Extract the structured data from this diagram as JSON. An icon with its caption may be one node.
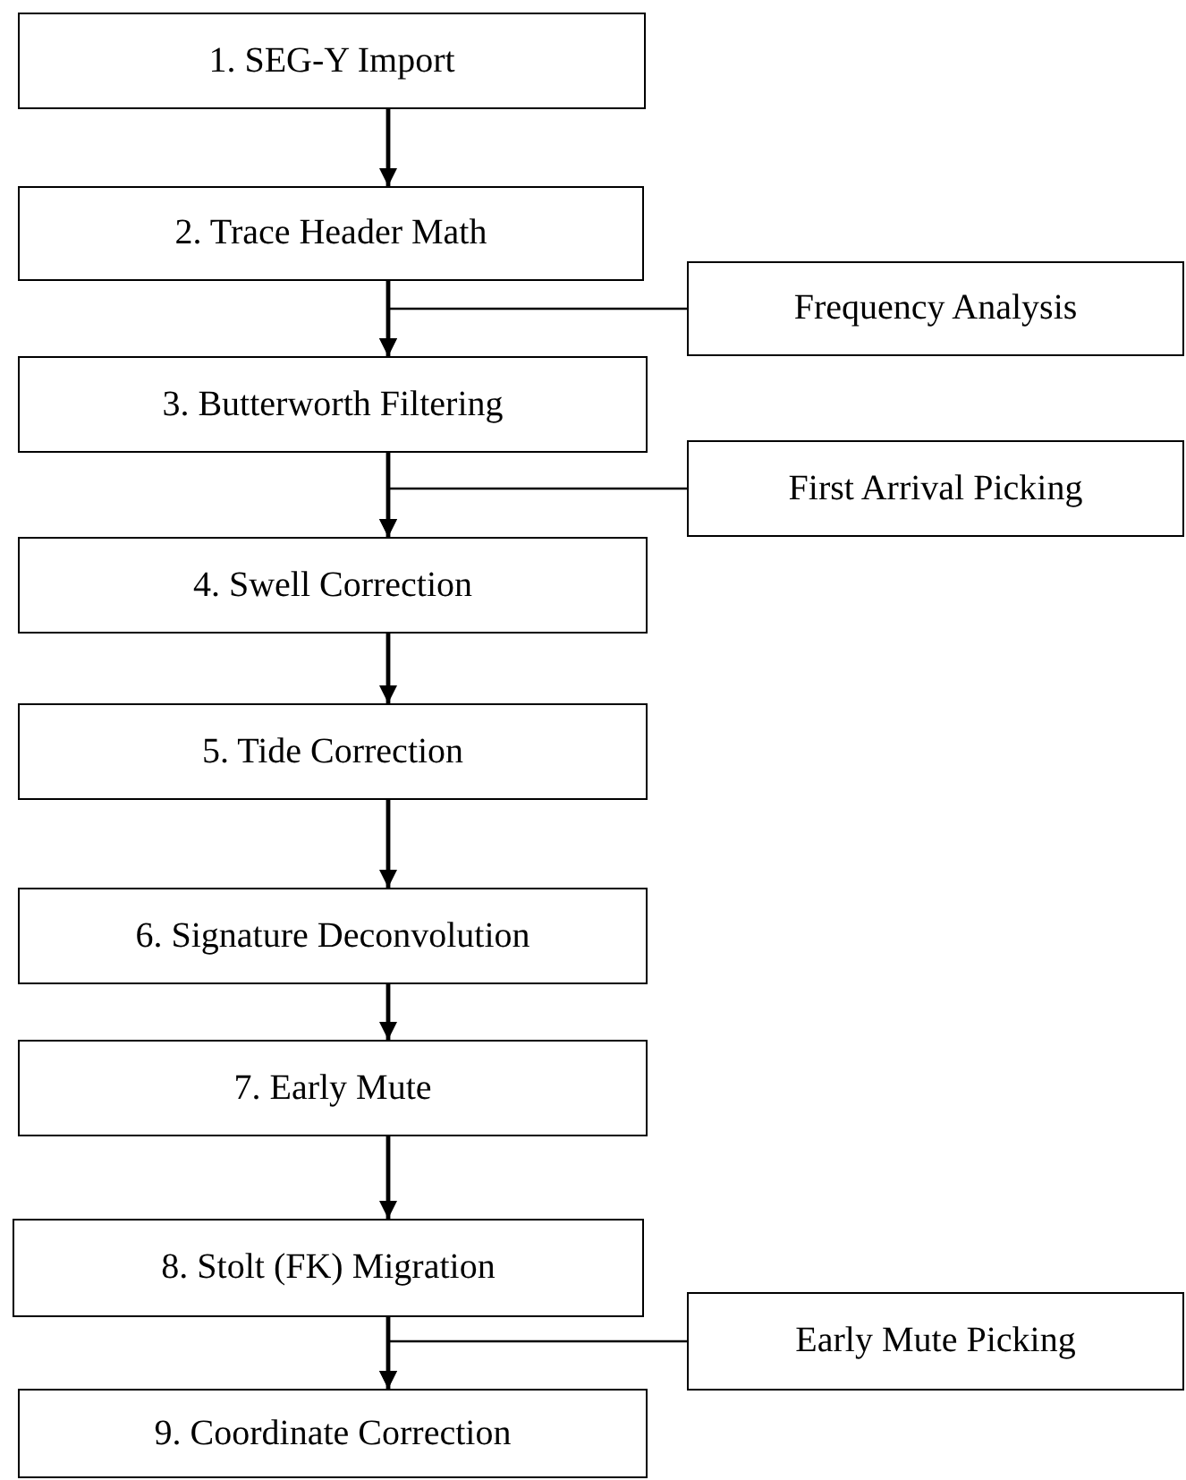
{
  "diagram": {
    "nodes": [
      {
        "text": [
          "1. SEG-Y Import"
        ]
      },
      {
        "text": [
          "2. Trace Header Math"
        ]
      },
      {
        "text": [
          "Frequency Analysis"
        ]
      },
      {
        "text": [
          "3. Butterworth Filtering"
        ]
      },
      {
        "text": [
          "First Arrival Picking"
        ]
      },
      {
        "text": [
          "4. Swell Correction"
        ]
      },
      {
        "text": [
          "5. Tide Correction"
        ]
      },
      {
        "text": [
          "6. Signature Deconvolution"
        ]
      },
      {
        "text": [
          "7. Early Mute"
        ]
      },
      {
        "text": [
          "8. Stolt (FK) Migration"
        ]
      },
      {
        "text": [
          "Early Mute Picking"
        ]
      },
      {
        "text": [
          "9. Coordinate Correction"
        ]
      }
    ],
    "edges": [
      {
        "from": 0,
        "to": 1,
        "arrow": "to"
      },
      {
        "from": 1,
        "to": 3,
        "arrow": "to"
      },
      {
        "from": 2,
        "to": 3,
        "arrow": "to"
      },
      {
        "from": 3,
        "to": 5,
        "arrow": "to"
      },
      {
        "from": 4,
        "to": 5,
        "arrow": "to"
      },
      {
        "from": 5,
        "to": 6,
        "arrow": "to"
      },
      {
        "from": 6,
        "to": 7,
        "arrow": "to"
      },
      {
        "from": 7,
        "to": 8,
        "arrow": "to"
      },
      {
        "from": 8,
        "to": 9,
        "arrow": "to"
      },
      {
        "from": 9,
        "to": 11,
        "arrow": "to"
      },
      {
        "from": 10,
        "to": 11,
        "arrow": "to"
      }
    ]
  }
}
